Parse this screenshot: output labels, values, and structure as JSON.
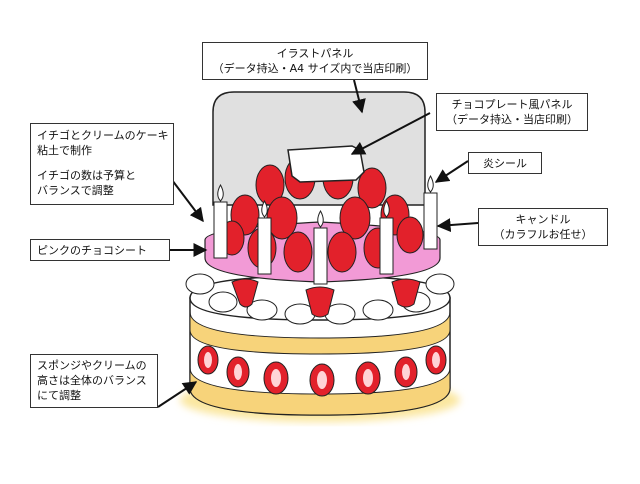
{
  "callouts": {
    "illust_panel": {
      "line1": "イラストパネル",
      "line2": "（データ持込・A4 サイズ内で当店印刷）"
    },
    "choco_plate": {
      "line1": "チョコプレート風パネル",
      "line2": "（データ持込・当店印刷）"
    },
    "flame_seal": {
      "text": "炎シール"
    },
    "candle": {
      "line1": "キャンドル",
      "line2": "（カラフルお任せ）"
    },
    "strawberry_clay": {
      "line1": "イチゴとクリームのケーキ",
      "line2": "粘土で制作",
      "line3": "イチゴの数は予算と",
      "line4": "バランスで調整"
    },
    "pink_sheet": {
      "text": "ピンクのチョコシート"
    },
    "sponge_cream": {
      "line1": "スポンジやクリームの",
      "line2": "高さは全体のバランス",
      "line3": "にて調整"
    }
  },
  "colors": {
    "strawberry": "#e2212b",
    "pink_sheet": "#f29ad6",
    "sponge": "#f7d37a",
    "cream": "#ffffff",
    "panel": "#e0e0e0",
    "glow": "#fbe7a0"
  }
}
